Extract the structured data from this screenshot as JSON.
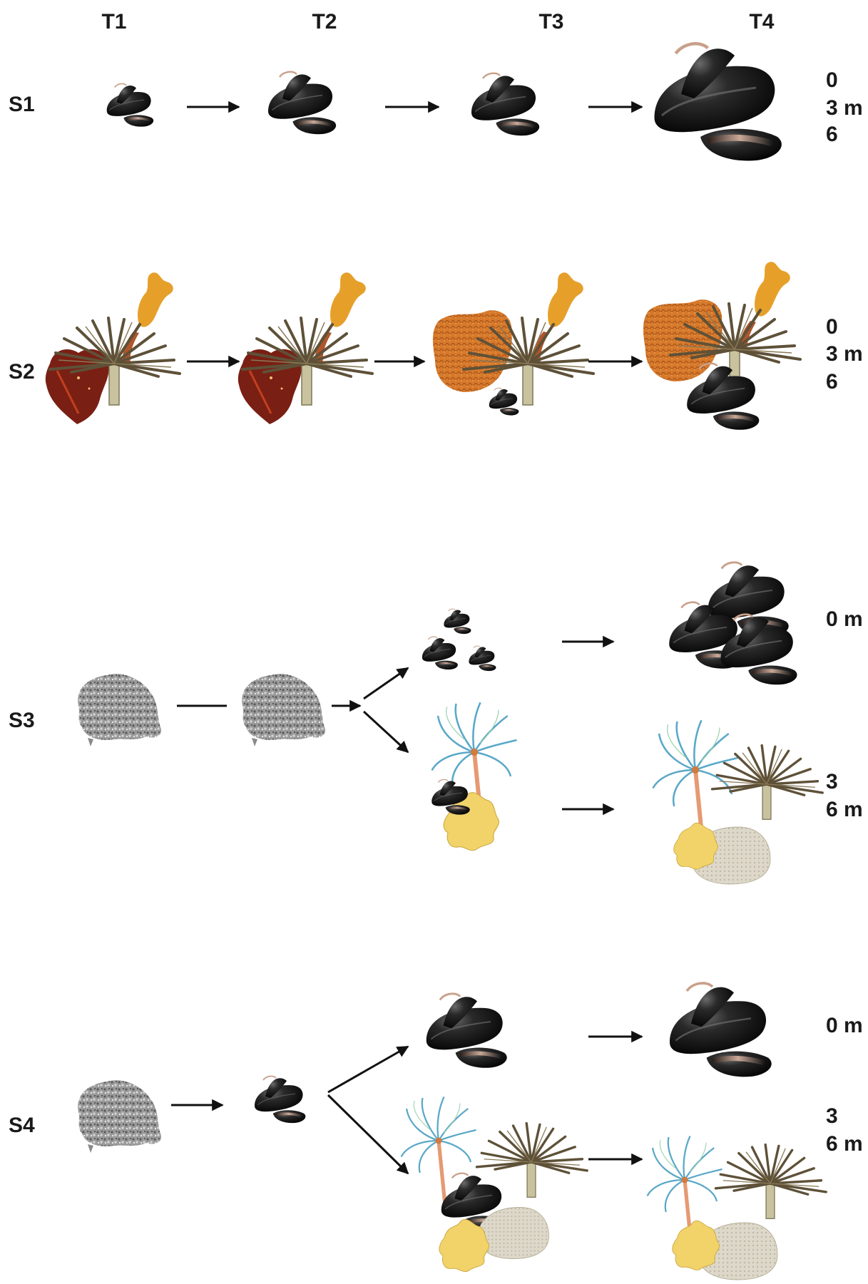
{
  "columns": [
    "T1",
    "T2",
    "T3",
    "T4"
  ],
  "rows": [
    "S1",
    "S2",
    "S3",
    "S4"
  ],
  "depth_labels": {
    "s1": [
      "0",
      "3 m",
      "6"
    ],
    "s2": [
      "0",
      "3 m",
      "6"
    ],
    "s3_upper": "0 m",
    "s3_lower": [
      "3",
      "6 m"
    ],
    "s4_upper": "0 m",
    "s4_lower": [
      "3",
      "6 m"
    ]
  },
  "organism_icons": [
    "mussel-icon",
    "fan-worm-icon",
    "hydroid-icon",
    "orange-sponge-icon",
    "red-encrusting-alga-icon",
    "yellow-sponge-icon",
    "tunicate-icon",
    "bare-rock-icon"
  ],
  "colors": {
    "arrow": "#111111",
    "mussel": "#151515",
    "mussel_sheen": "#c49a82",
    "fan_worm": "#6f6145",
    "hydroid": "#5fb0cf",
    "hydroid_stem": "#e59a73",
    "orange_sponge": "#d9782a",
    "red_alga": "#7a1f14",
    "yellow_sponge": "#f1d36a",
    "tunicate": "#dcd7c8",
    "bare_rock": "#8f8f8f"
  }
}
